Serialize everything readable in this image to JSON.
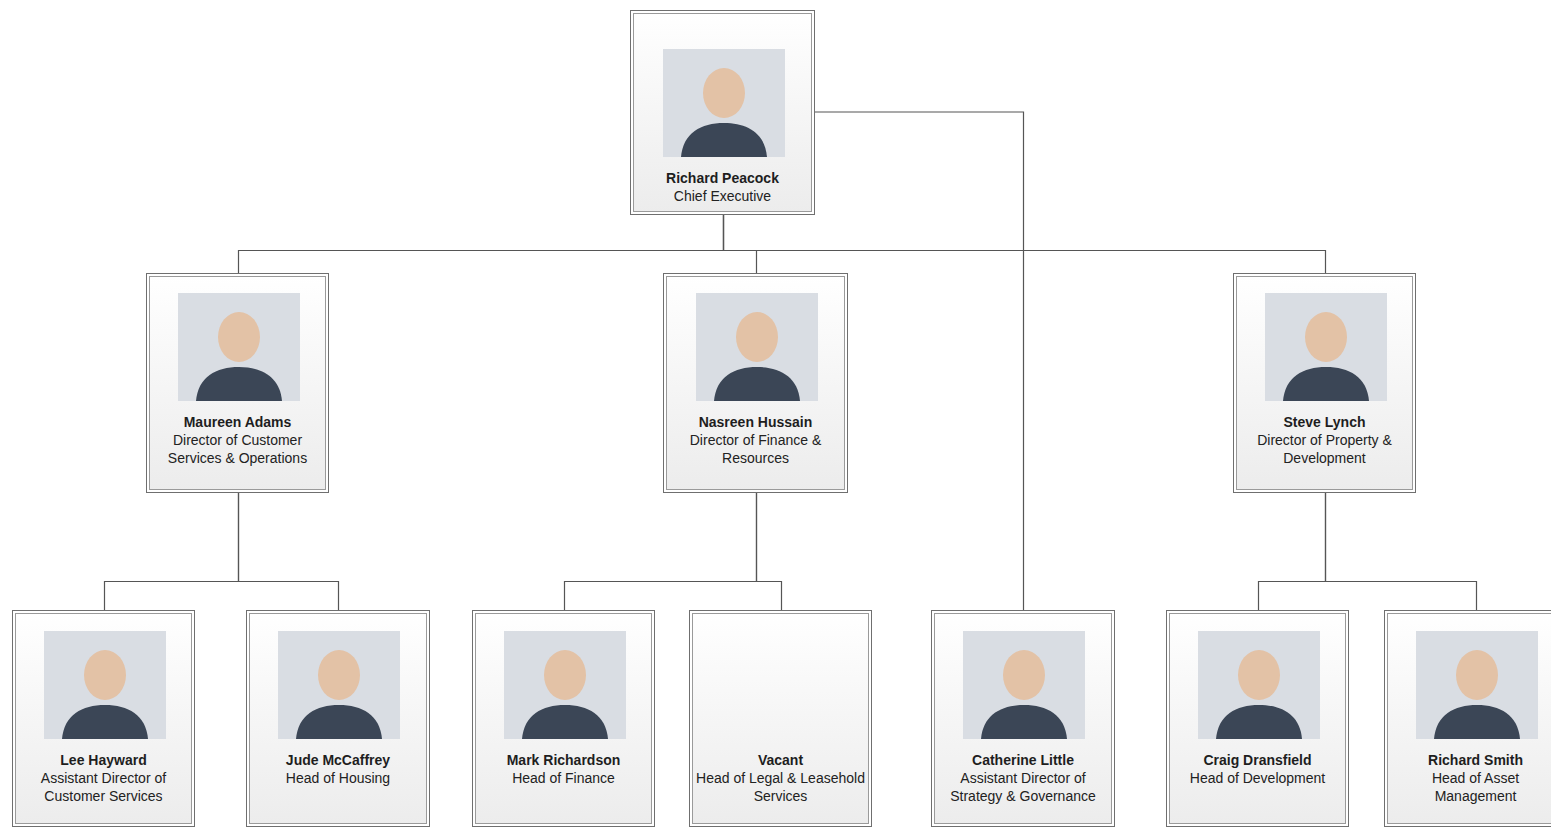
{
  "diagram": {
    "nodes": [
      {
        "text": [
          "Richard Peacock",
          "Chief Executive"
        ]
      },
      {
        "text": [
          "Maureen Adams",
          "Director of Customer Services & Operations"
        ]
      },
      {
        "text": [
          "Nasreen Hussain",
          "Director of Finance & Resources"
        ]
      },
      {
        "text": [
          "Steve Lynch",
          "Director of Property & Development"
        ]
      },
      {
        "text": [
          "Lee Hayward",
          "Assistant Director of Customer Services"
        ]
      },
      {
        "text": [
          "Jude McCaffrey",
          "Head of Housing"
        ]
      },
      {
        "text": [
          "Mark Richardson",
          "Head of Finance"
        ]
      },
      {
        "text": [
          "Vacant",
          "Head of Legal & Leasehold Services"
        ]
      },
      {
        "text": [
          "Catherine Little",
          "Assistant Director of Strategy & Governance"
        ]
      },
      {
        "text": [
          "Craig Dransfield",
          "Head of Development"
        ]
      },
      {
        "text": [
          "Richard Smith",
          "Head of Asset Management"
        ]
      }
    ],
    "edges": [
      {
        "from": 0,
        "to": 1,
        "arrow": "none"
      },
      {
        "from": 0,
        "to": 2,
        "arrow": "none"
      },
      {
        "from": 0,
        "to": 3,
        "arrow": "none"
      },
      {
        "from": 0,
        "to": 8,
        "arrow": "none"
      },
      {
        "from": 1,
        "to": 4,
        "arrow": "none"
      },
      {
        "from": 1,
        "to": 5,
        "arrow": "none"
      },
      {
        "from": 2,
        "to": 6,
        "arrow": "none"
      },
      {
        "from": 2,
        "to": 7,
        "arrow": "none"
      },
      {
        "from": 3,
        "to": 9,
        "arrow": "none"
      },
      {
        "from": 3,
        "to": 10,
        "arrow": "none"
      }
    ]
  }
}
